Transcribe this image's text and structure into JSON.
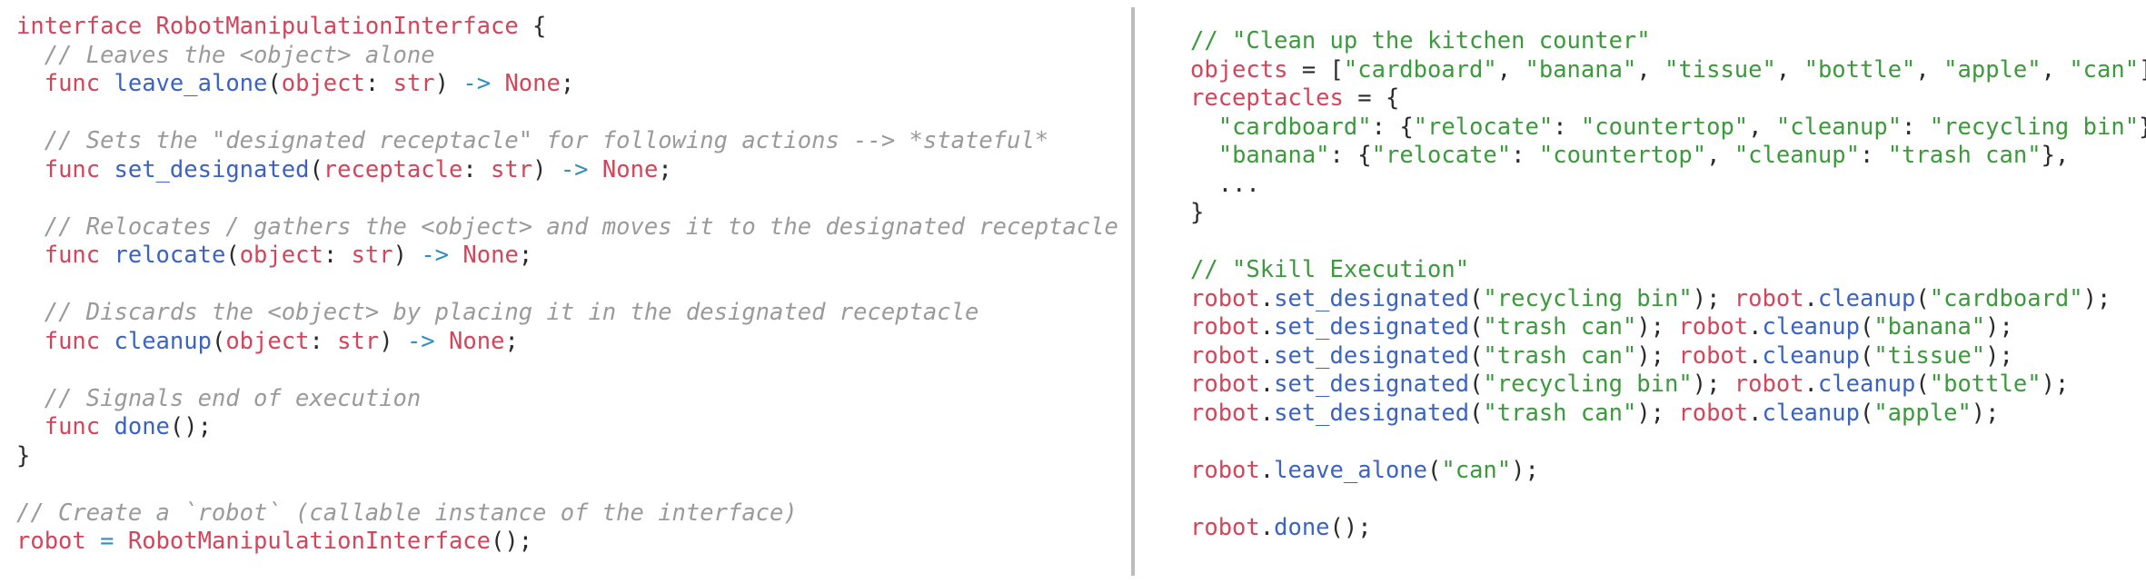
{
  "left": {
    "l1": {
      "k": "interface",
      "n": "RobotManipulationInterface",
      "p": " {"
    },
    "l2": {
      "c": "// Leaves the <object> alone"
    },
    "l3": {
      "k": "func",
      "f": "leave_alone",
      "a": "object",
      "t": "str",
      "r": "None"
    },
    "l5": {
      "c": "// Sets the \"designated receptacle\" for following actions --> *stateful*"
    },
    "l6": {
      "k": "func",
      "f": "set_designated",
      "a": "receptacle",
      "t": "str",
      "r": "None"
    },
    "l8": {
      "c": "// Relocates / gathers the <object> and moves it to the designated receptacle"
    },
    "l9": {
      "k": "func",
      "f": "relocate",
      "a": "object",
      "t": "str",
      "r": "None"
    },
    "l11": {
      "c": "// Discards the <object> by placing it in the designated receptacle"
    },
    "l12": {
      "k": "func",
      "f": "cleanup",
      "a": "object",
      "t": "str",
      "r": "None"
    },
    "l14": {
      "c": "// Signals end of execution"
    },
    "l15": {
      "k": "func",
      "f": "done"
    },
    "l16": {
      "p": "}"
    },
    "l18": {
      "c": "// Create a `robot` (callable instance of the interface)"
    },
    "l19": {
      "v": "robot",
      "n": "RobotManipulationInterface"
    }
  },
  "right": {
    "r1": {
      "c": "// \"Clean up the kitchen counter\""
    },
    "r2": {
      "v": "objects",
      "items": [
        "\"cardboard\"",
        "\"banana\"",
        "\"tissue\"",
        "\"bottle\"",
        "\"apple\"",
        "\"can\""
      ]
    },
    "r3": {
      "v": "receptacles"
    },
    "r4": {
      "key": "\"cardboard\"",
      "k1": "\"relocate\"",
      "v1": "\"countertop\"",
      "k2": "\"cleanup\"",
      "v2": "\"recycling bin\""
    },
    "r5": {
      "key": "\"banana\"",
      "k1": "\"relocate\"",
      "v1": "\"countertop\"",
      "k2": "\"cleanup\"",
      "v2": "\"trash can\""
    },
    "r6": {
      "p": "..."
    },
    "r7": {
      "p": "}"
    },
    "r9": {
      "c": "// \"Skill Execution\""
    },
    "exec": [
      {
        "rec": "\"recycling bin\"",
        "obj": "\"cardboard\""
      },
      {
        "rec": "\"trash can\"",
        "obj": "\"banana\""
      },
      {
        "rec": "\"trash can\"",
        "obj": "\"tissue\""
      },
      {
        "rec": "\"recycling bin\"",
        "obj": "\"bottle\""
      },
      {
        "rec": "\"trash can\"",
        "obj": "\"apple\""
      }
    ],
    "robot_var": "robot",
    "set_fn": "set_designated",
    "cleanup_fn": "cleanup",
    "leave": {
      "f": "leave_alone",
      "arg": "\"can\""
    },
    "done": {
      "f": "done"
    }
  },
  "colors": {
    "keyword": "#d2455a",
    "function": "#3a63c4",
    "comment_gray": "#9a9a9a",
    "comment_green": "#3b9a3b",
    "string": "#3b9a3b",
    "arrow": "#2f8fbf",
    "divider": "#bdbdbd"
  }
}
